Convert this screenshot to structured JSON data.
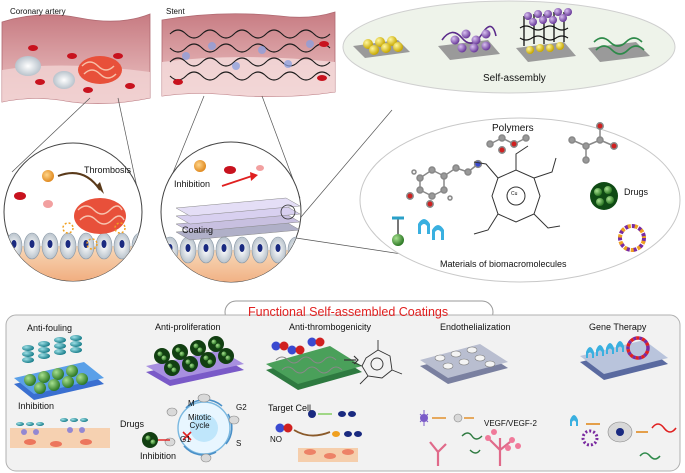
{
  "top": {
    "coronary_artery": "Coronary artery",
    "stent": "Stent",
    "self_assembly": "Self-assembly"
  },
  "circles": {
    "thrombosis": "Thrombosis",
    "inhibition": "Inhibition",
    "coating": "Coating"
  },
  "materials": {
    "polymers": "Polymers",
    "drugs": "Drugs",
    "biomacromolecules": "Materials of biomacromolecules",
    "cu": "Cu"
  },
  "banner": {
    "title": "Functional Self-assembled Coatings"
  },
  "panels": {
    "anti_fouling": "Anti-fouling",
    "anti_proliferation": "Anti-proliferation",
    "anti_thrombogenicity": "Anti-thrombogenicity",
    "endothelialization": "Endothelialization",
    "gene_therapy": "Gene Therapy",
    "inhibition_1": "Inhibition",
    "drugs": "Drugs",
    "inhibition_2": "Inhibition",
    "mitotic_cycle": "Mitotic\nCycle",
    "phase_m": "M",
    "phase_g1": "G1",
    "phase_g2": "G2",
    "phase_s": "S",
    "target_cell": "Target Cell",
    "no": "NO",
    "vegf": "VEGF/VEGF-2"
  },
  "colors": {
    "vessel_wall": "#d88f95",
    "vessel_light": "#f3d6d6",
    "ellipse_fill": "#eef3ea",
    "banner_stroke": "#9a9a9a",
    "bottom_panel": "#f2f2f2",
    "title_red": "#e02020"
  }
}
